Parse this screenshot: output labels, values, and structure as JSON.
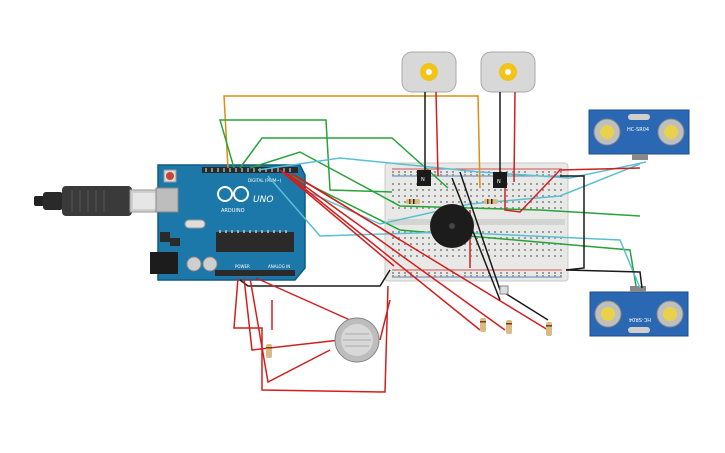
{
  "arduino": {
    "logo_text": "ARDUINO",
    "model": "UNO",
    "label_digital": "DIGITAL (PWM~)",
    "label_power": "POWER",
    "label_analog": "ANALOG IN"
  },
  "ultrasonic_sensors": [
    {
      "label": "HC-SR04"
    },
    {
      "label": "HC-SR04"
    }
  ],
  "transistors": [
    {
      "label": "N"
    },
    {
      "label": "N"
    }
  ],
  "colors": {
    "board": "#1b78a8",
    "board_dark": "#0f5a82",
    "breadboard": "#e8e8e6",
    "wire_red": "#d11f1f",
    "wire_green": "#27a33a",
    "wire_cyan": "#5bbfd3",
    "wire_orange": "#e38b12",
    "wire_black": "#1a1a1a",
    "motor": "#d8d8d8",
    "motor_shaft": "#f0c419",
    "sensor": "#2b68b4"
  }
}
